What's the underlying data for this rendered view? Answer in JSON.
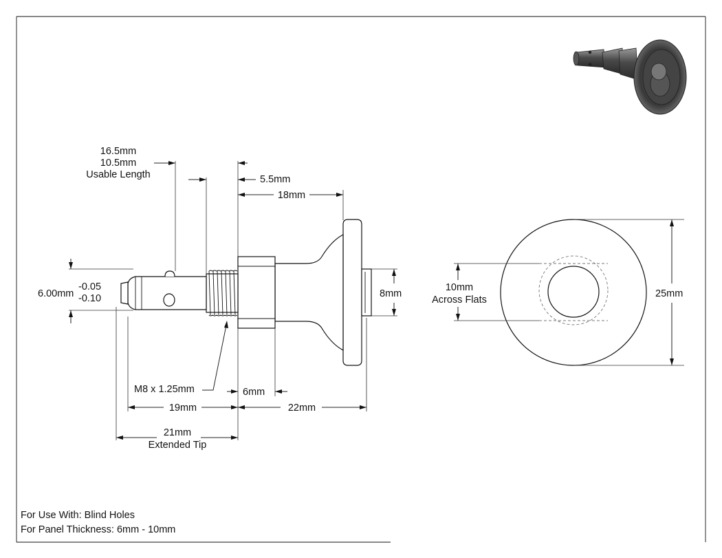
{
  "dimensions": {
    "overall_length_a": "16.5mm",
    "overall_length_b": "10.5mm",
    "usable_length": "Usable Length",
    "shoulder": "5.5mm",
    "body_length": "18mm",
    "pin_diameter": "6.00mm",
    "tol_upper": "-0.05",
    "tol_lower": "-0.10",
    "boss_diameter": "8mm",
    "thread": "M8 x 1.25mm",
    "hex_length": "6mm",
    "pin_length": "19mm",
    "knob_length": "22mm",
    "extended_tip": "21mm",
    "extended_tip_label": "Extended Tip",
    "across_flats_value": "10mm",
    "across_flats_label": "Across Flats",
    "knob_diameter": "25mm"
  },
  "notes": {
    "use_with": "For Use With: Blind Holes",
    "panel_thickness": "For Panel Thickness: 6mm - 10mm"
  },
  "colors": {
    "line": "#111111",
    "hidden_line": "#777777",
    "render_dark": "#3a3a3a",
    "render_mid": "#7a7a7a"
  }
}
